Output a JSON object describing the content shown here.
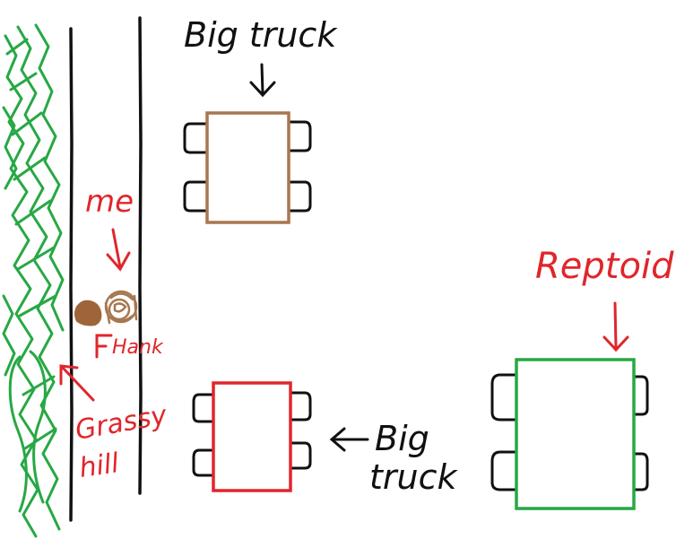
{
  "labels": {
    "big_truck_top": "Big truck",
    "me": "me",
    "hank": "Hank",
    "grassy_hill": [
      "Grassy",
      "hill"
    ],
    "big_truck_bottom": [
      "Big",
      "truck"
    ],
    "reptoid": "Reptoid"
  },
  "colors": {
    "grass": "#27a844",
    "road_line": "#111111",
    "truck_top_outline": "#a8774f",
    "truck_bottom_outline": "#e0262b",
    "reptoid_outline": "#27a844",
    "label_red": "#e0262b",
    "hank_brown": "#a0643a",
    "me_brown": "#a8774f"
  },
  "icons": {
    "me": "person-doodle-icon",
    "hank": "dog-doodle-icon"
  }
}
